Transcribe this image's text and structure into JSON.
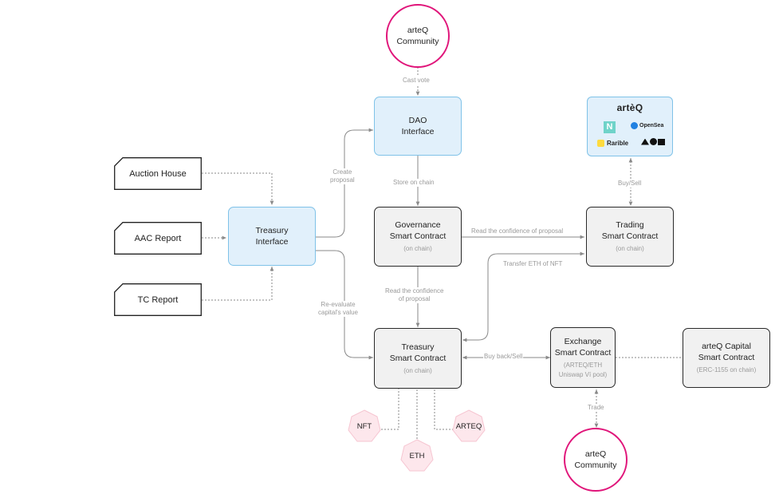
{
  "community_top": {
    "line1": "arteQ",
    "line2": "Community"
  },
  "community_bottom": {
    "line1": "arteQ",
    "line2": "Community"
  },
  "dao": {
    "line1": "DAO",
    "line2": "Interface"
  },
  "treasury_interface": {
    "line1": "Treasury",
    "line2": "Interface"
  },
  "governance": {
    "line1": "Governance",
    "line2": "Smart Contract",
    "sub": "(on chain)"
  },
  "trading": {
    "line1": "Trading",
    "line2": "Smart Contract",
    "sub": "(on chain)"
  },
  "treasury_contract": {
    "line1": "Treasury",
    "line2": "Smart Contract",
    "sub": "(on chain)"
  },
  "exchange": {
    "line1": "Exchange",
    "line2": "Smart Contract",
    "sub1": "(ARTEQ/ETH",
    "sub2": "Uniswap Ví pool)"
  },
  "capital": {
    "line1": "arteQ Capital",
    "line2": "Smart Contract",
    "sub": "(ERC-1155 on chain)"
  },
  "reports": {
    "auction": "Auction House",
    "aac": "AAC Report",
    "tc": "TC Report"
  },
  "assets": {
    "nft": "NFT",
    "eth": "ETH",
    "arteq": "ARTEQ"
  },
  "marketplaces": {
    "brand": "artèQ",
    "n_logo": "N",
    "opensea": "OpenSea",
    "rarible": "Rarible"
  },
  "edge_labels": {
    "cast_vote": "Cast vote",
    "create_proposal_1": "Create",
    "create_proposal_2": "proposal",
    "store_on_chain": "Store on chain",
    "read_conf_top": "Read the confidence of proposal",
    "transfer_eth": "Transfer ETH of NFT",
    "read_conf_mid_1": "Read the confidence",
    "read_conf_mid_2": "of proposal",
    "reevaluate_1": "Re-evaluate",
    "reevaluate_2": "capital's value",
    "buy_sell": "Buy/Sell",
    "buy_back_sell": "Buy back/Sell",
    "trade": "Trade"
  },
  "colors": {
    "interface_fill": "#e1f0fb",
    "interface_border": "#7fc2e8",
    "contract_fill": "#f1f1f1",
    "community_ring": "#e0157a",
    "asset_fill": "#fde7ec",
    "connector": "#8a8a8a"
  }
}
